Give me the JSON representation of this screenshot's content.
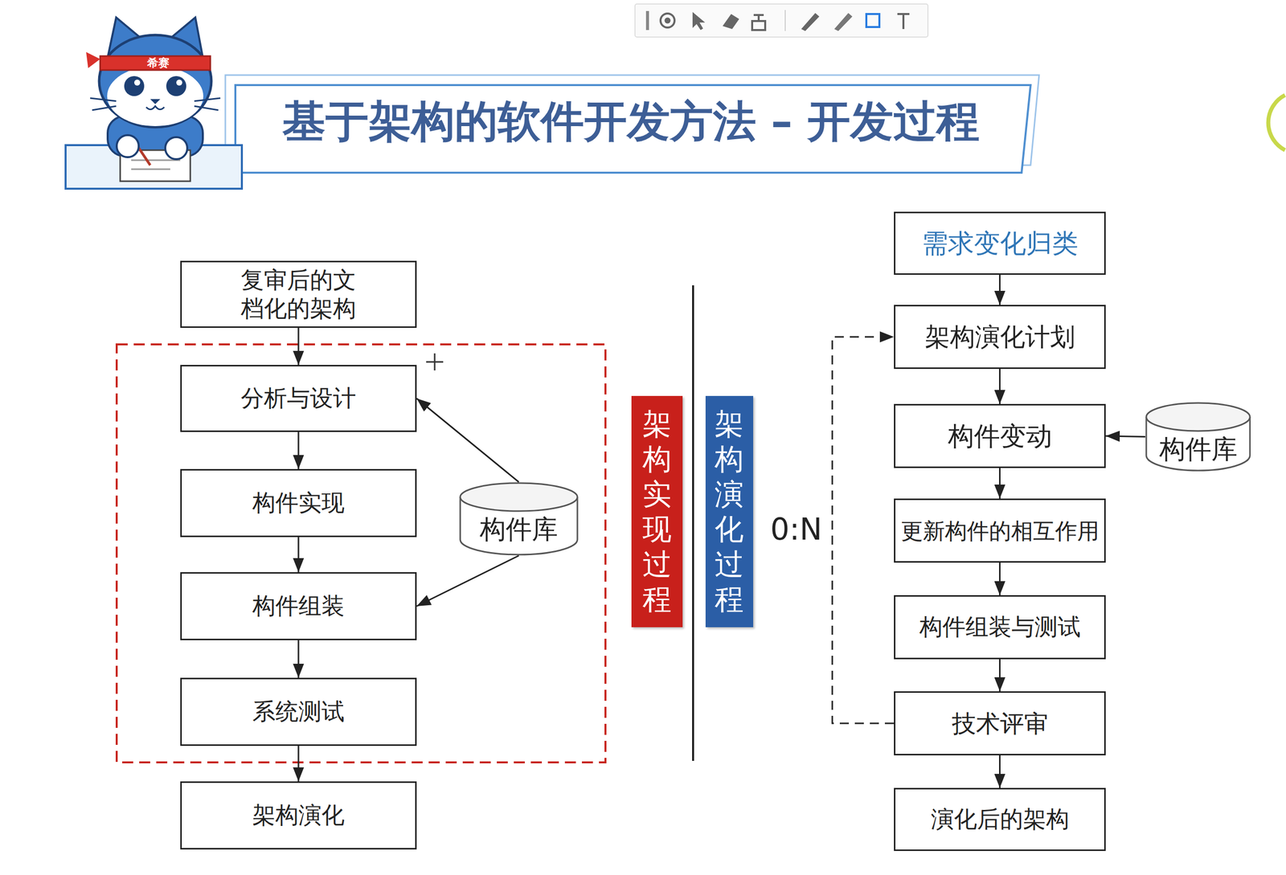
{
  "diagram": {
    "title": "基于架构的软件开发方法 – 开发过程",
    "nodes": [
      {
        "text": [
          "复审后的文 档化的架构"
        ]
      },
      {
        "text": [
          "分析与设计"
        ]
      },
      {
        "text": [
          "构件实现"
        ]
      },
      {
        "text": [
          "构件组装"
        ]
      },
      {
        "text": [
          "系统测试"
        ]
      },
      {
        "text": [
          "架构演化"
        ]
      },
      {
        "text": [
          "构件库"
        ]
      },
      {
        "text": [
          "架构实现过程"
        ]
      },
      {
        "text": [
          "架构演化过程"
        ]
      },
      {
        "text": [
          "需求变化归类"
        ]
      },
      {
        "text": [
          "架构演化计划"
        ]
      },
      {
        "text": [
          "构件变动"
        ]
      },
      {
        "text": [
          "构件库"
        ]
      },
      {
        "text": [
          "更新构件的相互作用"
        ]
      },
      {
        "text": [
          "构件组装与测试"
        ]
      },
      {
        "text": [
          "技术评审"
        ]
      },
      {
        "text": [
          "演化后的架构"
        ]
      }
    ],
    "edges": [
      {
        "from": 0,
        "to": 1,
        "arrow": "to"
      },
      {
        "from": 1,
        "to": 2,
        "arrow": "to"
      },
      {
        "from": 2,
        "to": 3,
        "arrow": "to"
      },
      {
        "from": 3,
        "to": 4,
        "arrow": "to"
      },
      {
        "from": 4,
        "to": 5,
        "arrow": "to"
      },
      {
        "from": 6,
        "to": 1,
        "arrow": "to"
      },
      {
        "from": 6,
        "to": 3,
        "arrow": "to"
      },
      {
        "from": 9,
        "to": 10,
        "arrow": "to"
      },
      {
        "from": 10,
        "to": 11,
        "arrow": "to"
      },
      {
        "from": 12,
        "to": 11,
        "arrow": "to"
      },
      {
        "from": 11,
        "to": 13,
        "arrow": "to"
      },
      {
        "from": 13,
        "to": 14,
        "arrow": "to"
      },
      {
        "from": 14,
        "to": 15,
        "arrow": "to"
      },
      {
        "from": 15,
        "to": 16,
        "arrow": "to"
      },
      {
        "from": 15,
        "to": 10,
        "label": "0:N",
        "arrow": "to"
      }
    ],
    "labels": [
      "希赛"
    ]
  }
}
